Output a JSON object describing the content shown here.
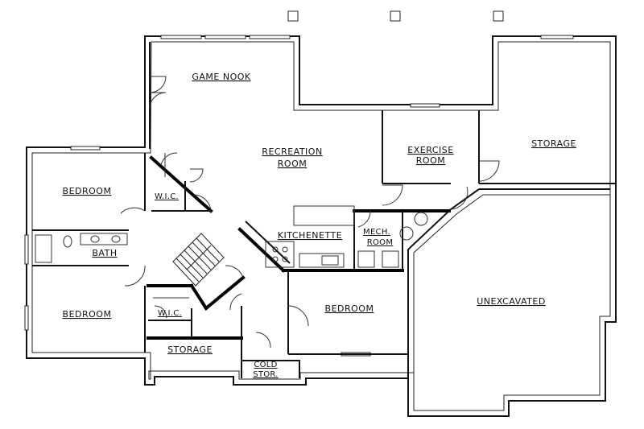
{
  "rooms": {
    "game_nook": "GAME NOOK",
    "recreation_room_line1": "RECREATION",
    "recreation_room_line2": "ROOM",
    "exercise_room_line1": "EXERCISE",
    "exercise_room_line2": "ROOM",
    "storage_top": "STORAGE",
    "bedroom_left_top": "BEDROOM",
    "wic_top": "W.I.C.",
    "bath": "BATH",
    "kitchenette": "KITCHENETTE",
    "mech_room_line1": "MECH.",
    "mech_room_line2": "ROOM",
    "unexcavated": "UNEXCAVATED",
    "bedroom_left_bottom": "BEDROOM",
    "wic_bottom": "W.I.C.",
    "storage_bottom": "STORAGE",
    "bedroom_center": "BEDROOM",
    "cold_storage_line1": "COLD",
    "cold_storage_line2": "STOR."
  },
  "colors": {
    "wall": "#111111",
    "background": "#ffffff"
  }
}
